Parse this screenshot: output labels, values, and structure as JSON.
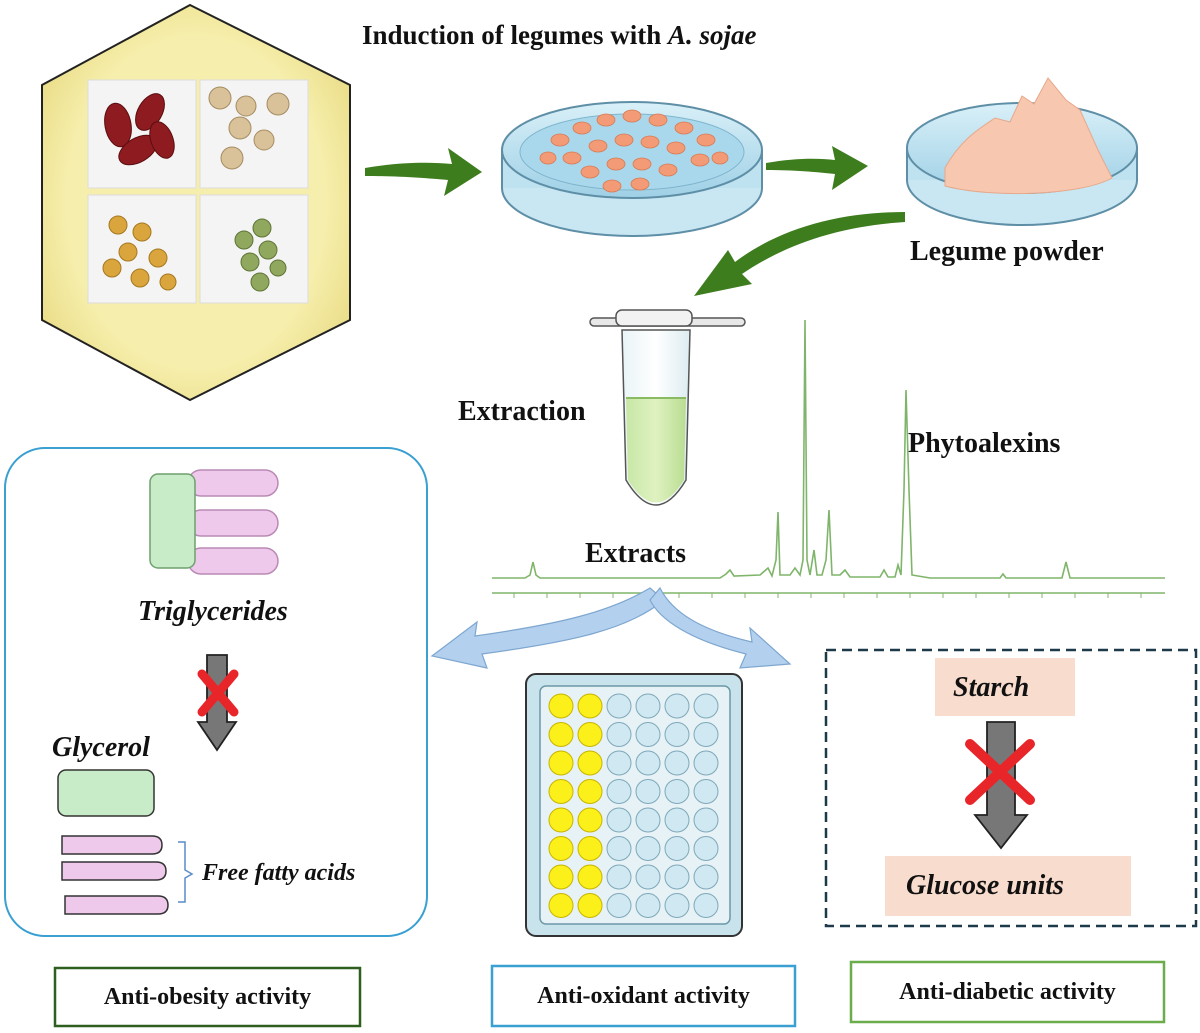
{
  "title": {
    "prefix": "Induction of legumes with ",
    "species": "A. sojae"
  },
  "labels": {
    "legume_powder": "Legume powder",
    "extraction": "Extraction",
    "phytoalexins": "Phytoalexins",
    "extracts": "Extracts"
  },
  "obesity_panel": {
    "triglycerides": "Triglycerides",
    "glycerol": "Glycerol",
    "free_fatty_acids": "Free fatty acids",
    "activity": "Anti-obesity activity"
  },
  "oxidant_panel": {
    "activity": "Anti-oxidant activity",
    "plate_rows": 8,
    "plate_cols": 6,
    "yellow_cols": 2
  },
  "diabetic_panel": {
    "starch": "Starch",
    "glucose_units": "Glucose units",
    "activity": "Anti-diabetic activity"
  },
  "colors": {
    "arrow_green": "#3e7d1e",
    "arrow_blue": "#b3d1ee",
    "yellow_bg": "#f6eeac",
    "chromatogram": "#7fb56a",
    "glycerol_green": "#c8ebc8",
    "fatty_acid_pink": "#efc9ec",
    "starch_box": "#f8dccd",
    "cross_red": "#e8262a",
    "obesity_border": "#2f5f1e",
    "oxidant_border": "#39a0d1",
    "diabetic_border": "#6aad4a",
    "plate_yellow": "#fbf01a",
    "plate_blue": "#cfe8f2"
  },
  "icons": [
    "legume-seeds-hexagon",
    "petri-dish-with-seeds",
    "petri-dish-with-powder",
    "microcentrifuge-tube",
    "well-plate",
    "red-cross-icon"
  ]
}
